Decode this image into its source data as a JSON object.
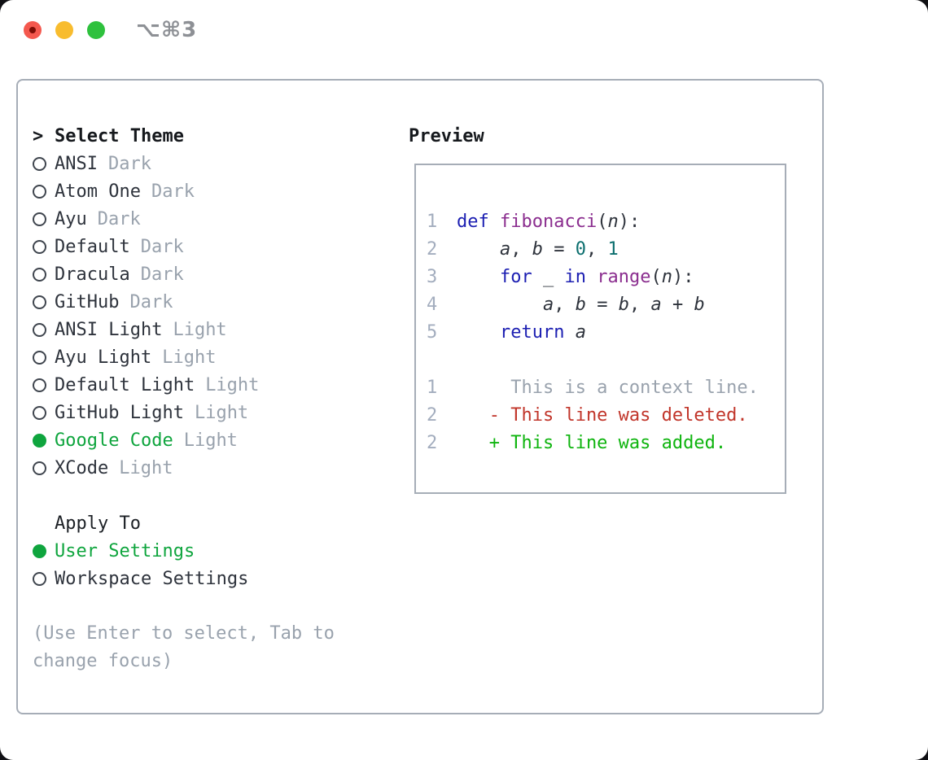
{
  "window": {
    "title": "⌥⌘3"
  },
  "theme_picker": {
    "prompt": ">",
    "header": "Select Theme",
    "themes": [
      {
        "name": "ANSI",
        "variant": "Dark",
        "selected": false
      },
      {
        "name": "Atom One",
        "variant": "Dark",
        "selected": false
      },
      {
        "name": "Ayu",
        "variant": "Dark",
        "selected": false
      },
      {
        "name": "Default",
        "variant": "Dark",
        "selected": false
      },
      {
        "name": "Dracula",
        "variant": "Dark",
        "selected": false
      },
      {
        "name": "GitHub",
        "variant": "Dark",
        "selected": false
      },
      {
        "name": "ANSI Light",
        "variant": "Light",
        "selected": false
      },
      {
        "name": "Ayu Light",
        "variant": "Light",
        "selected": false
      },
      {
        "name": "Default Light",
        "variant": "Light",
        "selected": false
      },
      {
        "name": "GitHub Light",
        "variant": "Light",
        "selected": false
      },
      {
        "name": "Google Code",
        "variant": "Light",
        "selected": true
      },
      {
        "name": "XCode",
        "variant": "Light",
        "selected": false
      }
    ],
    "apply_to": {
      "header": "Apply To",
      "options": [
        {
          "name": "User Settings",
          "selected": true
        },
        {
          "name": "Workspace Settings",
          "selected": false
        }
      ]
    },
    "hint": "(Use Enter to select, Tab to\nchange focus)"
  },
  "preview": {
    "title": "Preview",
    "lines": [
      {
        "num": "1",
        "tokens": [
          [
            "def",
            "kw"
          ],
          [
            " ",
            "pl"
          ],
          [
            "fibonacci",
            "fn"
          ],
          [
            "(",
            "pl"
          ],
          [
            "n",
            "var"
          ],
          [
            "):",
            "pl"
          ]
        ]
      },
      {
        "num": "2",
        "tokens": [
          [
            "    ",
            "pl"
          ],
          [
            "a",
            "var"
          ],
          [
            ", ",
            "pl"
          ],
          [
            "b",
            "var"
          ],
          [
            " = ",
            "pl"
          ],
          [
            "0",
            "lit"
          ],
          [
            ", ",
            "pl"
          ],
          [
            "1",
            "lit"
          ]
        ]
      },
      {
        "num": "3",
        "tokens": [
          [
            "    ",
            "pl"
          ],
          [
            "for",
            "kw"
          ],
          [
            " ",
            "pl"
          ],
          [
            "_",
            "var"
          ],
          [
            " ",
            "pl"
          ],
          [
            "in",
            "kw"
          ],
          [
            " ",
            "pl"
          ],
          [
            "range",
            "fn"
          ],
          [
            "(",
            "pl"
          ],
          [
            "n",
            "var"
          ],
          [
            "):",
            "pl"
          ]
        ]
      },
      {
        "num": "4",
        "tokens": [
          [
            "        ",
            "pl"
          ],
          [
            "a",
            "var"
          ],
          [
            ", ",
            "pl"
          ],
          [
            "b",
            "var"
          ],
          [
            " = ",
            "pl"
          ],
          [
            "b",
            "var"
          ],
          [
            ", ",
            "pl"
          ],
          [
            "a",
            "var"
          ],
          [
            " + ",
            "pl"
          ],
          [
            "b",
            "var"
          ]
        ]
      },
      {
        "num": "5",
        "tokens": [
          [
            "    ",
            "pl"
          ],
          [
            "return",
            "kw"
          ],
          [
            " ",
            "pl"
          ],
          [
            "a",
            "var"
          ]
        ]
      },
      {
        "num": "",
        "tokens": []
      },
      {
        "num": "1",
        "tokens": [
          [
            "     This is a context line.",
            "ctx"
          ]
        ]
      },
      {
        "num": "2",
        "tokens": [
          [
            "   - This line was deleted.",
            "del"
          ]
        ]
      },
      {
        "num": "2",
        "tokens": [
          [
            "   + This line was added.",
            "add"
          ]
        ]
      }
    ]
  },
  "colors": {
    "selected_green": "#0fa53e",
    "diff_added_green": "#0eb40e",
    "diff_deleted_red": "#c1352a",
    "keyword_blue": "#1c1fb2",
    "function_purple": "#8b2e8f",
    "literal_teal": "#0b6e6e",
    "muted_gray": "#99a2ad",
    "text_dark": "#2e333c",
    "border_gray": "#a6adb7",
    "line_number_gray": "#a3adbe"
  }
}
